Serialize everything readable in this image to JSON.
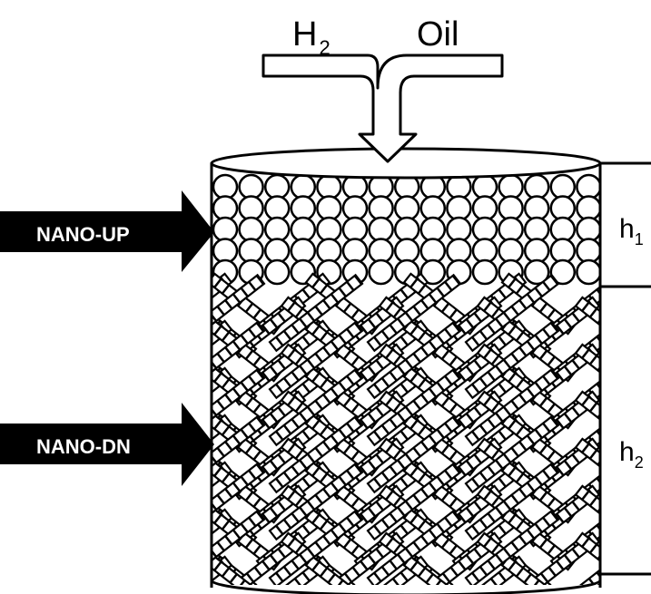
{
  "inlet": {
    "gas_main": "H",
    "gas_sub": "2",
    "liquid": "Oil"
  },
  "zones": {
    "upper_arrow_label": "NANO-UP",
    "lower_arrow_label": "NANO-DN",
    "upper_height_main": "h",
    "upper_height_sub": "1",
    "lower_height_main": "h",
    "lower_height_sub": "2"
  },
  "colors": {
    "ink": "#000000",
    "paper": "#ffffff"
  }
}
